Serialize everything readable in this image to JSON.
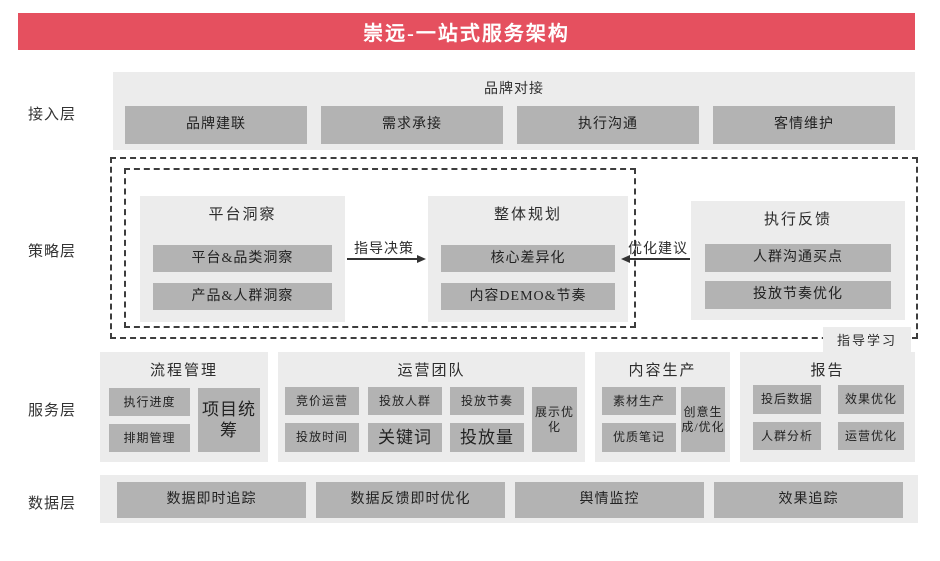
{
  "slide_title": "崇远-一站式服务架构",
  "colors": {
    "banner_bg": "#e5505f",
    "banner_text": "#ffffff",
    "panel_bg": "#ececec",
    "box_bg": "#b3b3b3",
    "text": "#3a3a3a"
  },
  "access": {
    "label": "接入层",
    "group_title": "品牌对接",
    "boxes": [
      "品牌建联",
      "需求承接",
      "执行沟通",
      "客情维护"
    ]
  },
  "strategy": {
    "label": "策略层",
    "platform": {
      "title": "平台洞察",
      "boxes": [
        "平台&品类洞察",
        "产品&人群洞察"
      ]
    },
    "planning": {
      "title": "整体规划",
      "boxes": [
        "核心差异化",
        "内容DEMO&节奏"
      ]
    },
    "feedback": {
      "title": "执行反馈",
      "boxes": [
        "人群沟通买点",
        "投放节奏优化"
      ]
    },
    "arrow_right_label": "指导决策",
    "arrow_left_label": "优化建议",
    "corner_tag": "指导学习"
  },
  "service": {
    "label": "服务层",
    "process": {
      "title": "流程管理",
      "boxes": [
        "执行进度",
        "排期管理"
      ],
      "tall": "项目统筹"
    },
    "operations": {
      "title": "运营团队",
      "row1": [
        "竞价运营",
        "投放人群",
        "投放节奏"
      ],
      "row2": [
        "投放时间",
        "关键词",
        "投放量"
      ],
      "tall": "展示优化"
    },
    "content": {
      "title": "内容生产",
      "boxes": [
        "素材生产",
        "优质笔记"
      ],
      "tall": "创意生成/优化"
    },
    "report": {
      "title": "报告",
      "row1": [
        "投后数据",
        "效果优化"
      ],
      "row2": [
        "人群分析",
        "运营优化"
      ]
    }
  },
  "data_layer": {
    "label": "数据层",
    "boxes": [
      "数据即时追踪",
      "数据反馈即时优化",
      "舆情监控",
      "效果追踪"
    ]
  }
}
